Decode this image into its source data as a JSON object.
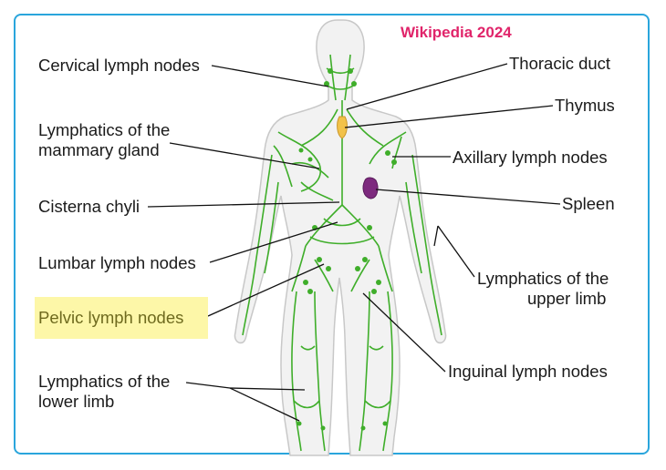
{
  "watermark": "Wikipedia 2024",
  "labels": {
    "cervical": "Cervical lymph nodes",
    "mammary_1": "Lymphatics of the",
    "mammary_2": "mammary gland",
    "cisterna": "Cisterna chyli",
    "lumbar": "Lumbar lymph nodes",
    "pelvic": "Pelvic lymph nodes",
    "lower_limb_1": "Lymphatics of the",
    "lower_limb_2": "lower limb",
    "thoracic": "Thoracic duct",
    "thymus": "Thymus",
    "axillary": "Axillary lymph nodes",
    "spleen": "Spleen",
    "upper_limb_1": "Lymphatics of the",
    "upper_limb_2": "upper limb",
    "inguinal": "Inguinal lymph nodes"
  },
  "highlighted_label": "pelvic",
  "colors": {
    "frame": "#2aa5dc",
    "watermark": "#e0246a",
    "highlight": "#fdf7a8",
    "lymph": "#3fae2a",
    "thymus": "#f2c24a",
    "spleen": "#7d2a7e",
    "body_fill": "#f2f2f2",
    "body_outline": "#c8c8c8"
  }
}
